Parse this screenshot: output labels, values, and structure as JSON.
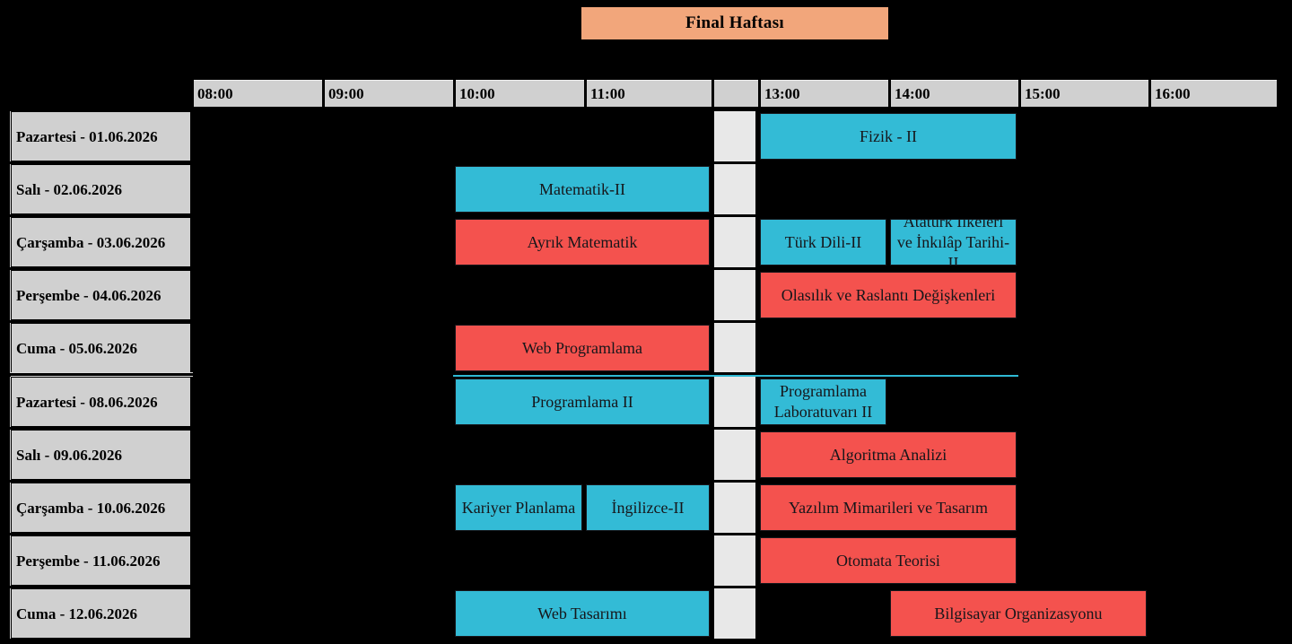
{
  "colors": {
    "background": "#000000",
    "title_bg": "#F2A67B",
    "header_bg": "#D0D0D0",
    "lunch_gap_bg": "#E8E8E8",
    "exam_cyan": "#33BBD6",
    "exam_red": "#F4524E",
    "text": "#000000",
    "separator_teal": "#2FB9D4"
  },
  "chart_data": {
    "type": "table",
    "title": "Final Haftası",
    "layout_hint": "weekly exam timetable (gantt-style), rows are days, columns are hours 08:00-17:00 with an unlabeled lunch gap column at 12:00",
    "time_columns": [
      {
        "label": "08:00",
        "start": 8
      },
      {
        "label": "09:00",
        "start": 9
      },
      {
        "label": "10:00",
        "start": 10
      },
      {
        "label": "11:00",
        "start": 11
      },
      {
        "label": "",
        "start": 12,
        "gap": true
      },
      {
        "label": "13:00",
        "start": 13
      },
      {
        "label": "14:00",
        "start": 14
      },
      {
        "label": "15:00",
        "start": 15
      },
      {
        "label": "16:00",
        "start": 16
      }
    ],
    "weeks": [
      {
        "name": "week-1",
        "rows": [
          {
            "label": "Pazartesi - 01.06.2026",
            "exams": [
              {
                "title": "Fizik - II",
                "start": 13,
                "end": 15,
                "color": "cyan"
              }
            ]
          },
          {
            "label": "Salı - 02.06.2026",
            "exams": [
              {
                "title": "Matematik-II",
                "start": 10,
                "end": 12,
                "color": "cyan"
              }
            ]
          },
          {
            "label": "Çarşamba - 03.06.2026",
            "exams": [
              {
                "title": "Ayrık Matematik",
                "start": 10,
                "end": 12,
                "color": "red"
              },
              {
                "title": "Türk Dili-II",
                "start": 13,
                "end": 14,
                "color": "cyan"
              },
              {
                "title": "Atatürk İlkeleri ve İnkılâp Tarihi-II",
                "start": 14,
                "end": 15,
                "color": "cyan"
              }
            ]
          },
          {
            "label": "Perşembe - 04.06.2026",
            "exams": [
              {
                "title": "Olasılık ve Raslantı Değişkenleri",
                "start": 13,
                "end": 15,
                "color": "red"
              }
            ]
          },
          {
            "label": "Cuma - 05.06.2026",
            "exams": [
              {
                "title": "Web Programlama",
                "start": 10,
                "end": 12,
                "color": "red"
              }
            ]
          }
        ]
      },
      {
        "name": "week-2",
        "rows": [
          {
            "label": "Pazartesi - 08.06.2026",
            "exams": [
              {
                "title": "Programlama II",
                "start": 10,
                "end": 12,
                "color": "cyan"
              },
              {
                "title": "Programlama Laboratuvarı II",
                "start": 13,
                "end": 14,
                "color": "cyan"
              }
            ]
          },
          {
            "label": "Salı - 09.06.2026",
            "exams": [
              {
                "title": "Algoritma Analizi",
                "start": 13,
                "end": 15,
                "color": "red"
              }
            ]
          },
          {
            "label": "Çarşamba - 10.06.2026",
            "exams": [
              {
                "title": "Kariyer Planlama",
                "start": 10,
                "end": 11,
                "color": "cyan"
              },
              {
                "title": "İngilizce-II",
                "start": 11,
                "end": 12,
                "color": "cyan"
              },
              {
                "title": "Yazılım Mimarileri ve Tasarım",
                "start": 13,
                "end": 15,
                "color": "red"
              }
            ]
          },
          {
            "label": "Perşembe - 11.06.2026",
            "exams": [
              {
                "title": "Otomata Teorisi",
                "start": 13,
                "end": 15,
                "color": "red"
              }
            ]
          },
          {
            "label": "Cuma - 12.06.2026",
            "exams": [
              {
                "title": "Web Tasarımı",
                "start": 10,
                "end": 12,
                "color": "cyan"
              },
              {
                "title": "Bilgisayar Organizasyonu",
                "start": 14,
                "end": 16,
                "color": "red"
              }
            ]
          }
        ]
      }
    ]
  }
}
